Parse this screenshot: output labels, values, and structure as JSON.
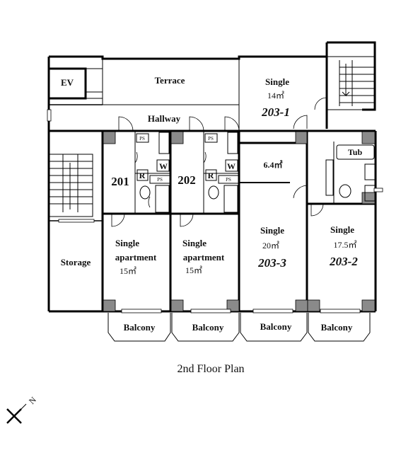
{
  "plan": {
    "title": "2nd Floor Plan",
    "compass": "N",
    "labels": {
      "ev": "EV",
      "terrace": "Terrace",
      "hallway": "Hallway",
      "storage": "Storage",
      "tub": "Tub",
      "ps": "PS",
      "r": "R",
      "w": "W"
    },
    "units": {
      "u201": {
        "number": "201",
        "type1": "Single",
        "type2": "apartment",
        "area": "15㎡"
      },
      "u202": {
        "number": "202",
        "type1": "Single",
        "type2": "apartment",
        "area": "15㎡"
      },
      "u2031": {
        "number": "203-1",
        "type": "Single",
        "area": "14㎡"
      },
      "u2032": {
        "number": "203-2",
        "type": "Single",
        "area": "17.5㎡"
      },
      "u2033": {
        "number": "203-3",
        "type": "Single",
        "area": "20㎡"
      },
      "corridor": {
        "area": "6.4㎡"
      }
    },
    "balcony": "Balcony"
  }
}
